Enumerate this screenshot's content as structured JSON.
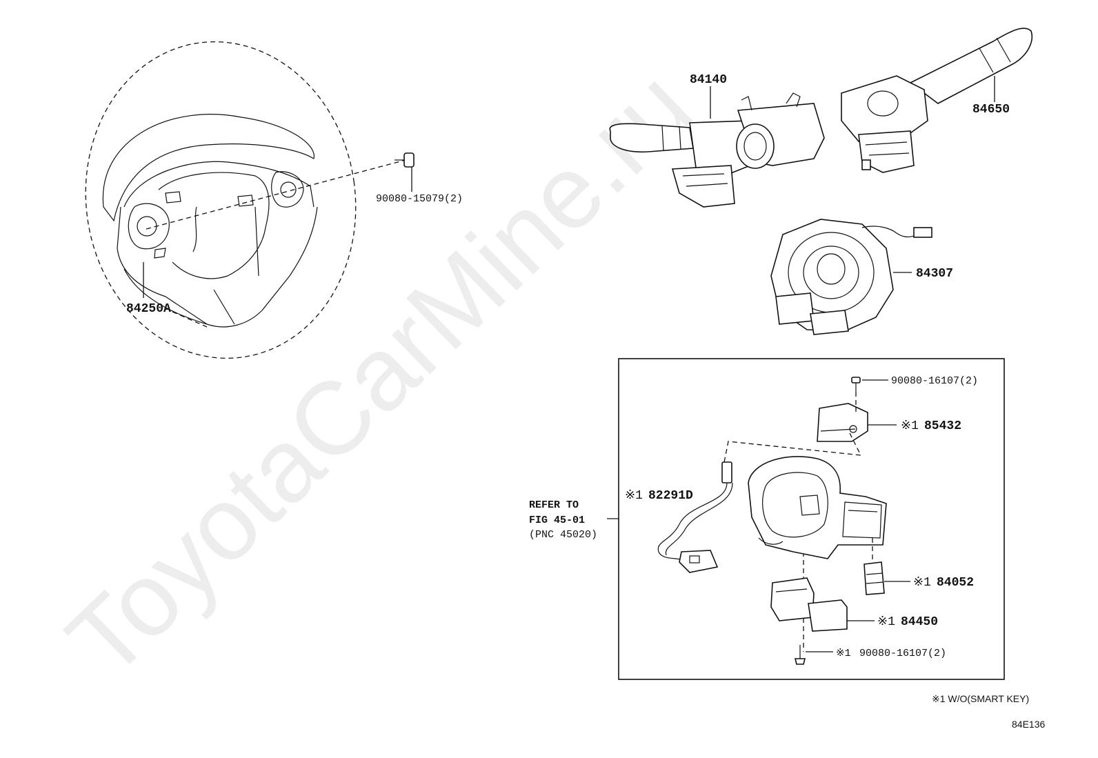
{
  "watermark": "ToyotaCarMine.ru",
  "callouts": {
    "p84250a": "84250A",
    "p90080_15079": "90080-15079(2)",
    "p84140": "84140",
    "p84650": "84650",
    "p84307": "84307",
    "p90080_16107_top": "90080-16107(2)",
    "p85432_mark": "※1",
    "p85432": "85432",
    "p82291d_mark": "※1",
    "p82291d": "82291D",
    "p84052_mark": "※1",
    "p84052": "84052",
    "p84450_mark": "※1",
    "p84450": "84450",
    "p90080_16107_bottom_mark": "※1",
    "p90080_16107_bottom": "90080-16107(2)"
  },
  "reference": {
    "line1": "REFER TO",
    "line2": "FIG 45-01",
    "line3": "(PNC 45020)"
  },
  "footnote": "※1 W/O(SMART KEY)",
  "figure_code": "84E136"
}
